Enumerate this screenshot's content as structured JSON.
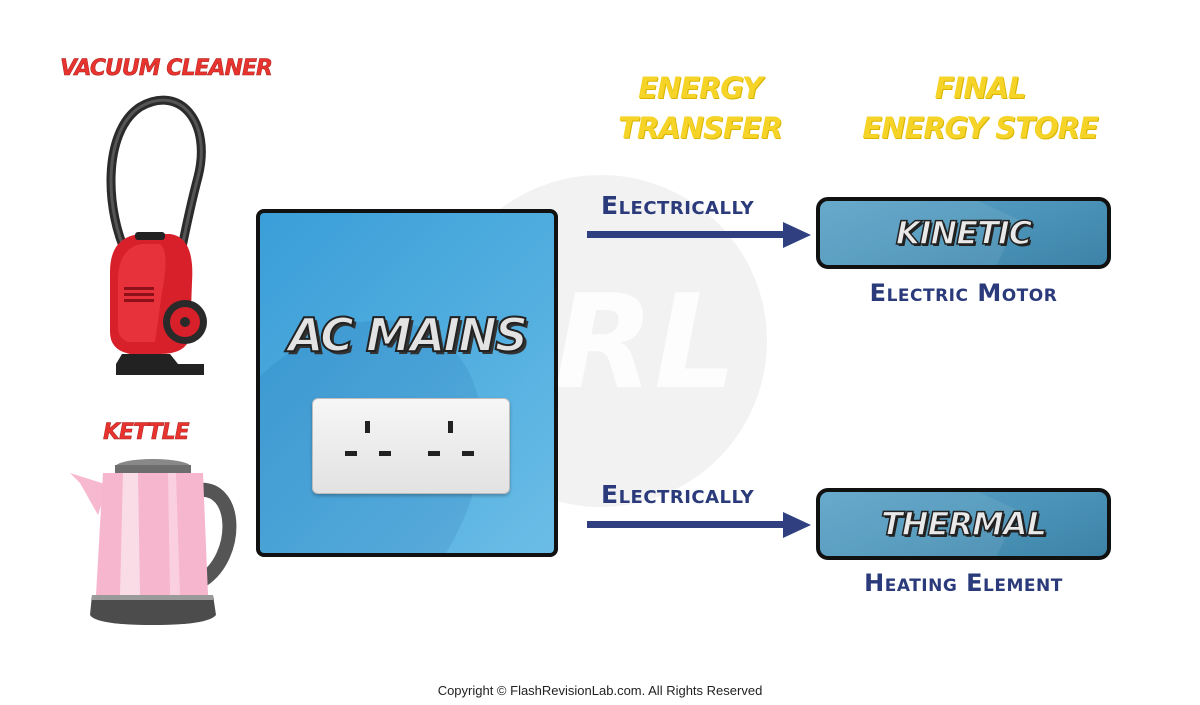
{
  "appliances": {
    "vacuum_label": "Vacuum Cleaner",
    "kettle_label": "Kettle"
  },
  "source": {
    "title": "AC MAINS"
  },
  "column_headers": {
    "transfer_line1": "Energy",
    "transfer_line2": "Transfer",
    "store_line1": "Final",
    "store_line2": "Energy Store"
  },
  "rows": [
    {
      "transfer": "Electrically",
      "store": "Kinetic",
      "device": "Electric Motor"
    },
    {
      "transfer": "Electrically",
      "store": "Thermal",
      "device": "Heating Element"
    }
  ],
  "watermark": "FRL",
  "footer": {
    "copyright": "Copyright © FlashRevisionLab.com. All Rights Reserved"
  },
  "colors": {
    "label_red": "#e8332f",
    "header_yellow": "#f5d327",
    "text_navy": "#2a3a7a",
    "box_blue": "#4b93b8",
    "mains_blue": "#3a9ed8"
  }
}
